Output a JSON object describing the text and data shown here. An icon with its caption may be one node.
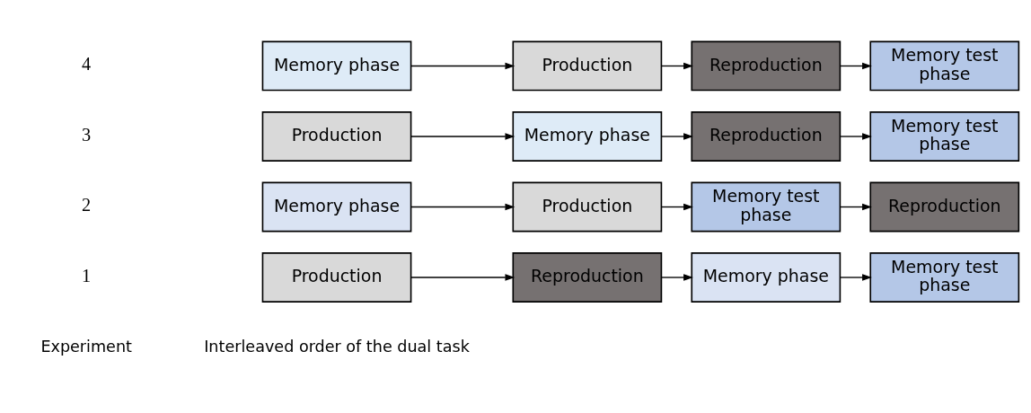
{
  "diagram": {
    "nodes": [
      {
        "text": [
          "Production"
        ]
      },
      {
        "text": [
          "Reproduction"
        ]
      },
      {
        "text": [
          "Memory phase"
        ]
      },
      {
        "text": [
          "Memory test phase"
        ]
      },
      {
        "text": [
          "Memory phase"
        ]
      },
      {
        "text": [
          "Production"
        ]
      },
      {
        "text": [
          "Memory test phase"
        ]
      },
      {
        "text": [
          "Reproduction"
        ]
      },
      {
        "text": [
          "Production"
        ]
      },
      {
        "text": [
          "Memory phase"
        ]
      },
      {
        "text": [
          "Reproduction"
        ]
      },
      {
        "text": [
          "Memory test phase"
        ]
      },
      {
        "text": [
          "Memory phase"
        ]
      },
      {
        "text": [
          "Production"
        ]
      },
      {
        "text": [
          "Reproduction"
        ]
      },
      {
        "text": [
          "Memory test phase"
        ]
      }
    ],
    "edges": [
      {
        "from": 0,
        "to": 1,
        "arrow": "to"
      },
      {
        "from": 1,
        "to": 2,
        "arrow": "to"
      },
      {
        "from": 2,
        "to": 3,
        "arrow": "to"
      },
      {
        "from": 4,
        "to": 5,
        "arrow": "to"
      },
      {
        "from": 5,
        "to": 6,
        "arrow": "to"
      },
      {
        "from": 6,
        "to": 7,
        "arrow": "to"
      },
      {
        "from": 8,
        "to": 9,
        "arrow": "to"
      },
      {
        "from": 9,
        "to": 10,
        "arrow": "to"
      },
      {
        "from": 10,
        "to": 11,
        "arrow": "to"
      },
      {
        "from": 12,
        "to": 13,
        "arrow": "to"
      },
      {
        "from": 13,
        "to": 14,
        "arrow": "to"
      },
      {
        "from": 14,
        "to": 15,
        "arrow": "to"
      }
    ],
    "labels": [
      "Experiment",
      "Interleaved order of the dual task",
      "1",
      "2",
      "3",
      "4"
    ]
  }
}
